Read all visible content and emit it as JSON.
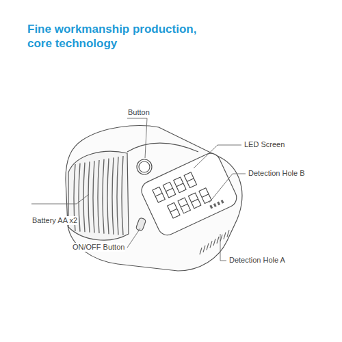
{
  "diagram": {
    "title": "Fine workmanship production, core technology",
    "labels": [
      "Button",
      "LED Screen",
      "Detection Hole B",
      "Battery AA x2",
      "ON/OFF Button",
      "Detection Hole A"
    ]
  }
}
